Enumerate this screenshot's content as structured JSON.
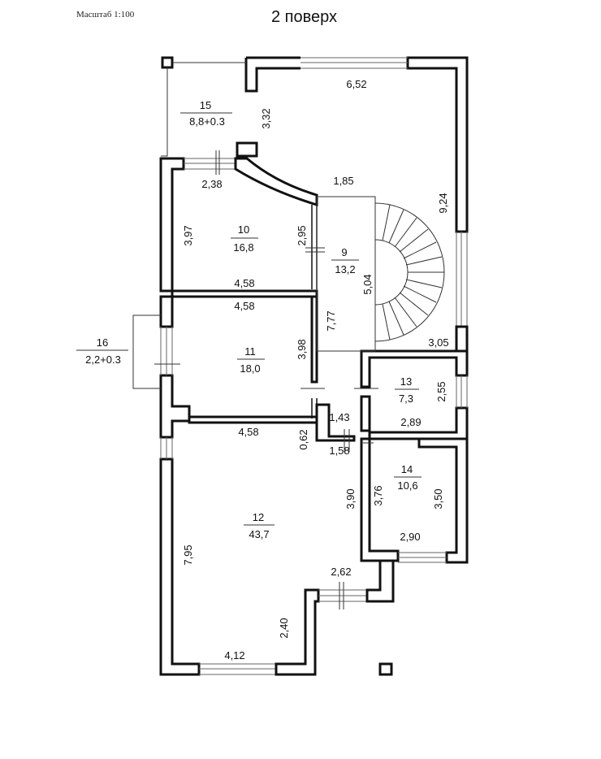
{
  "header": {
    "scale": "Масштаб 1:100",
    "title": "2 поверх"
  },
  "rooms": [
    {
      "id": "r15",
      "number": "15",
      "area": "8,8+0.3"
    },
    {
      "id": "r10",
      "number": "10",
      "area": "16,8"
    },
    {
      "id": "r9",
      "number": "9",
      "area": "13,2"
    },
    {
      "id": "r11",
      "number": "11",
      "area": "18,0"
    },
    {
      "id": "r13",
      "number": "13",
      "area": "7,3"
    },
    {
      "id": "r14",
      "number": "14",
      "area": "10,6"
    },
    {
      "id": "r12",
      "number": "12",
      "area": "43,7"
    },
    {
      "id": "r16",
      "number": "16",
      "area": "2,2+0.3"
    }
  ],
  "dimensions": {
    "d_652": "6,52",
    "d_332": "3,32",
    "d_238": "2,38",
    "d_185": "1,85",
    "d_924": "9,24",
    "d_397": "3,97",
    "d_295": "2,95",
    "d_504": "5,04",
    "d_458a": "4,58",
    "d_458b": "4,58",
    "d_777": "7,77",
    "d_398": "3,98",
    "d_305": "3,05",
    "d_255": "2,55",
    "d_143": "1,43",
    "d_289": "2,89",
    "d_458c": "4,58",
    "d_062": "0,62",
    "d_158": "1,58",
    "d_390": "3,90",
    "d_376": "3,76",
    "d_350": "3,50",
    "d_290": "2,90",
    "d_795": "7,95",
    "d_262": "2,62",
    "d_240": "2,40",
    "d_412": "4,12"
  }
}
